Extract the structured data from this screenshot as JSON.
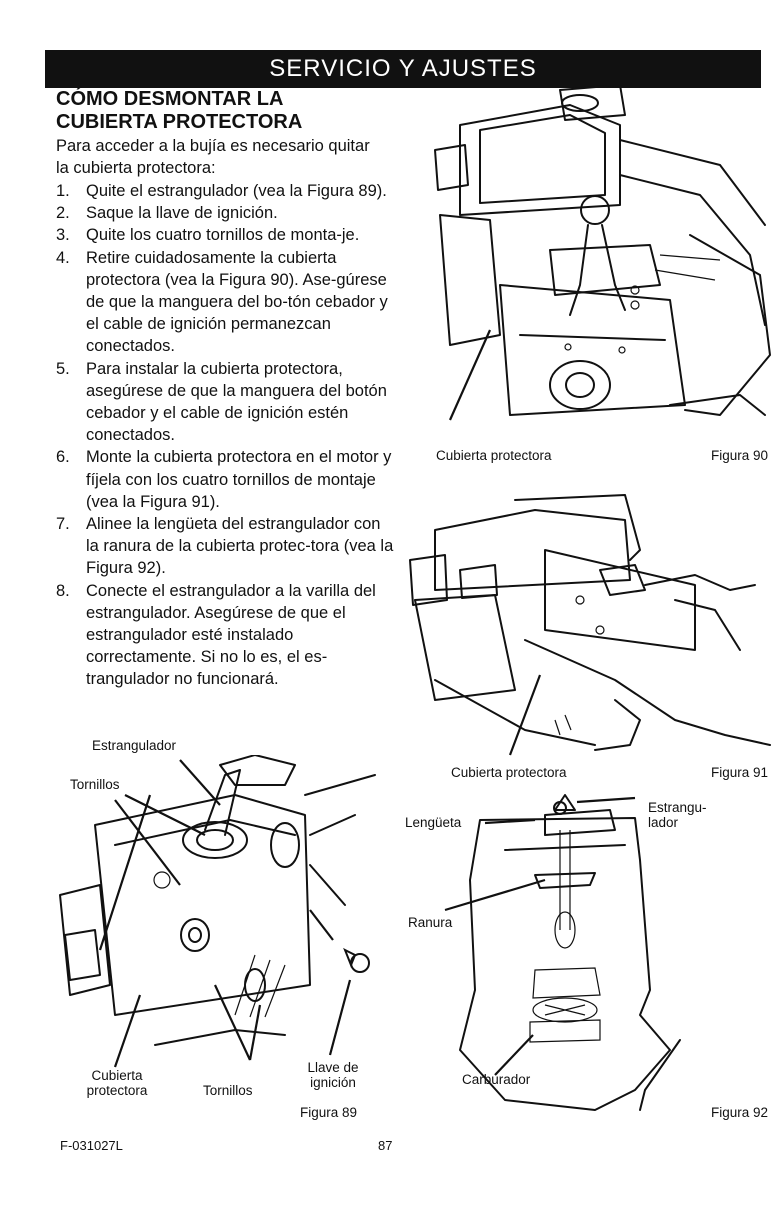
{
  "banner": "SERVICIO Y AJUSTES",
  "section": {
    "heading_line1": "CÓMO DESMONTAR LA",
    "heading_line2": "CUBIERTA PROTECTORA",
    "intro": "Para acceder a la bujía es necesario quitar la cubierta protectora:"
  },
  "steps": [
    {
      "num": "1.",
      "text": "Quite el estrangulador (vea la Figura 89)."
    },
    {
      "num": "2.",
      "text": "Saque la llave de ignición."
    },
    {
      "num": "3.",
      "text": "Quite los cuatro tornillos de monta-je."
    },
    {
      "num": "4.",
      "text": "Retire cuidadosamente la cubierta protectora (vea la Figura 90). Ase-gúrese de que la manguera del bo-tón cebador y el cable de ignición permanezcan conectados."
    },
    {
      "num": "5.",
      "text": "Para instalar la cubierta protectora, asegúrese de que la manguera del botón cebador y el cable de ignición estén conectados."
    },
    {
      "num": "6.",
      "text": "Monte la cubierta protectora en el motor y fíjela con los cuatro tornillos de montaje (vea la Figura 91)."
    },
    {
      "num": "7.",
      "text": "Alinee la lengüeta del estrangulador con la ranura de la cubierta protec-tora (vea la Figura 92)."
    },
    {
      "num": "8.",
      "text": "Conecte el estrangulador a la varilla del estrangulador. Asegúrese de que el estrangulador esté instalado correctamente. Si no lo es, el es-trangulador no funcionará."
    }
  ],
  "fig89": {
    "estrangulador": "Estrangulador",
    "tornillos_top": "Tornillos",
    "cubierta": "Cubierta protectora",
    "tornillos_bottom": "Tornillos",
    "llave": "Llave de ignición",
    "caption": "Figura 89"
  },
  "fig90": {
    "label": "Cubierta protectora",
    "caption": "Figura 90"
  },
  "fig91": {
    "label": "Cubierta protectora",
    "caption": "Figura 91"
  },
  "fig92": {
    "lengueta": "Lengüeta",
    "estrangulador": "Estrangu-lador",
    "ranura": "Ranura",
    "carburador": "Carburador",
    "caption": "Figura 92"
  },
  "footer": {
    "code": "F-031027L",
    "page": "87"
  }
}
